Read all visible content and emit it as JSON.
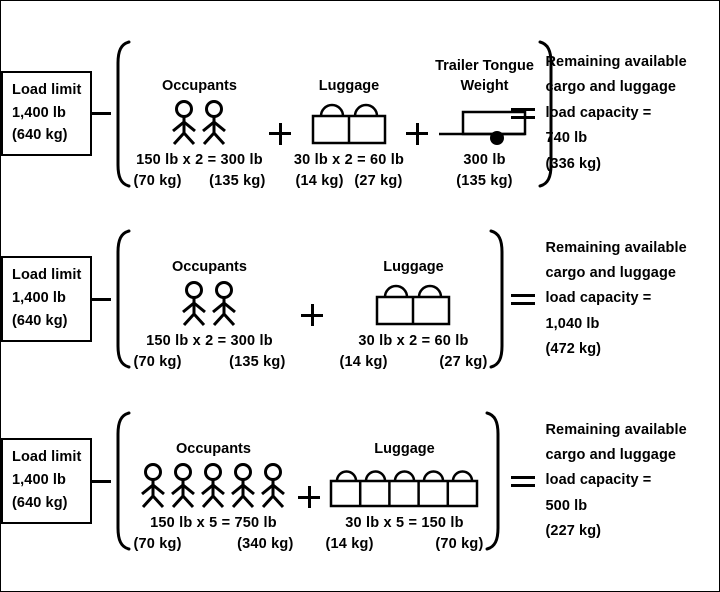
{
  "diagram": {
    "title": "Cargo and luggage load capacity calculation examples",
    "line_color": "#000000",
    "background_color": "#ffffff",
    "rows": [
      {
        "id": "example-1",
        "load_limit": {
          "label": "Load limit",
          "value_lb": "1,400 lb",
          "value_kg": "(640 kg)"
        },
        "minus_symbol": "−",
        "terms": [
          {
            "name": "occupants",
            "title": "Occupants",
            "title_line2": "",
            "icon": "stick-figure-icon",
            "icon_count": 2,
            "math_lb": "150 lb x 2 = 300 lb",
            "math_kg_left": "(70 kg)",
            "math_kg_right": "(135 kg)"
          },
          {
            "name": "luggage",
            "title": "Luggage",
            "title_line2": "",
            "icon": "suitcase-icon",
            "icon_count": 2,
            "math_lb": "30 lb x 2 = 60 lb",
            "math_kg_left": "(14 kg)",
            "math_kg_right": "(27 kg)"
          },
          {
            "name": "trailer-tongue-weight",
            "title": "Trailer Tongue",
            "title_line2": "Weight",
            "icon": "trailer-tongue-icon",
            "icon_count": 1,
            "math_lb": "300 lb",
            "math_kg_left": "(135 kg)",
            "math_kg_right": ""
          }
        ],
        "plus_symbol": "+",
        "equals_symbol": "=",
        "result": {
          "line1": "Remaining available",
          "line2": "cargo and luggage",
          "line3": "load capacity =",
          "line4": "740 lb",
          "line5": "(336 kg)"
        }
      },
      {
        "id": "example-2",
        "load_limit": {
          "label": "Load limit",
          "value_lb": "1,400 lb",
          "value_kg": "(640 kg)"
        },
        "minus_symbol": "−",
        "terms": [
          {
            "name": "occupants",
            "title": "Occupants",
            "title_line2": "",
            "icon": "stick-figure-icon",
            "icon_count": 2,
            "math_lb": "150 lb x 2 = 300 lb",
            "math_kg_left": "(70 kg)",
            "math_kg_right": "(135 kg)"
          },
          {
            "name": "luggage",
            "title": "Luggage",
            "title_line2": "",
            "icon": "suitcase-icon",
            "icon_count": 2,
            "math_lb": "30 lb x 2 = 60 lb",
            "math_kg_left": "(14 kg)",
            "math_kg_right": "(27 kg)"
          }
        ],
        "plus_symbol": "+",
        "equals_symbol": "=",
        "result": {
          "line1": "Remaining available",
          "line2": "cargo and luggage",
          "line3": "load capacity =",
          "line4": "1,040 lb",
          "line5": "(472 kg)"
        }
      },
      {
        "id": "example-3",
        "load_limit": {
          "label": "Load limit",
          "value_lb": "1,400 lb",
          "value_kg": "(640 kg)"
        },
        "minus_symbol": "−",
        "terms": [
          {
            "name": "occupants",
            "title": "Occupants",
            "title_line2": "",
            "icon": "stick-figure-icon",
            "icon_count": 5,
            "math_lb": "150 lb x 5 = 750 lb",
            "math_kg_left": "(70 kg)",
            "math_kg_right": "(340 kg)"
          },
          {
            "name": "luggage",
            "title": "Luggage",
            "title_line2": "",
            "icon": "suitcase-icon",
            "icon_count": 5,
            "math_lb": "30 lb x 5 = 150 lb",
            "math_kg_left": "(14 kg)",
            "math_kg_right": "(70 kg)"
          }
        ],
        "plus_symbol": "+",
        "equals_symbol": "=",
        "result": {
          "line1": "Remaining available",
          "line2": "cargo and luggage",
          "line3": "load capacity =",
          "line4": "500 lb",
          "line5": "(227 kg)"
        }
      }
    ]
  }
}
